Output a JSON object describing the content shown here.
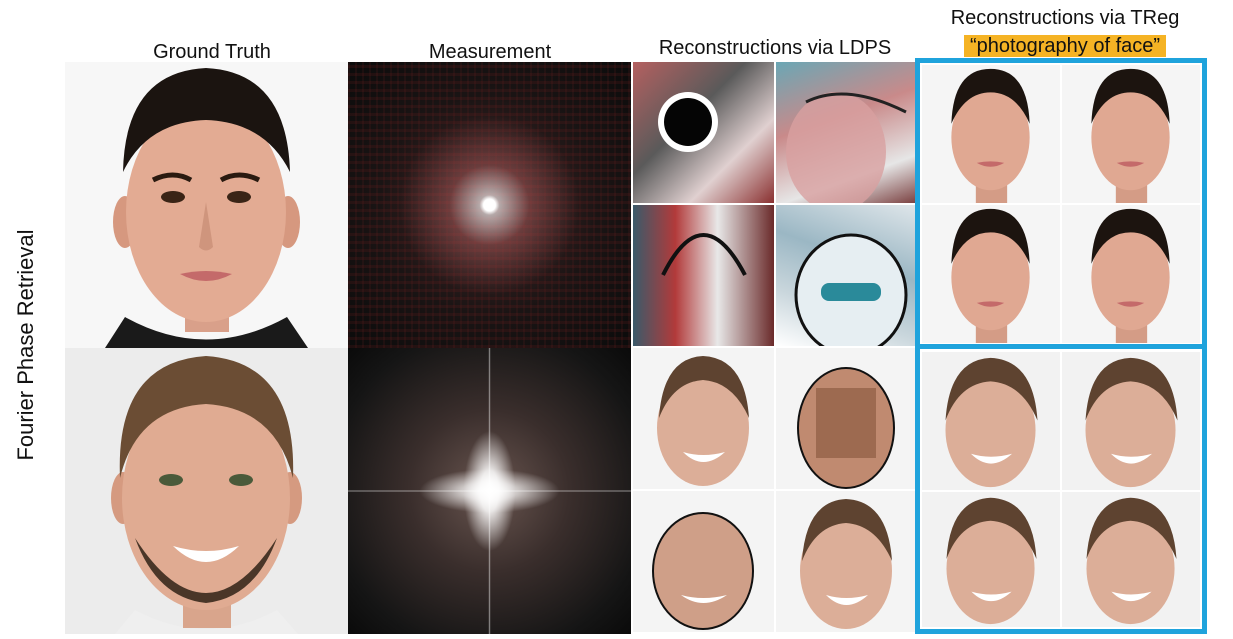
{
  "headers": {
    "ground_truth": "Ground Truth",
    "measurement": "Measurement",
    "ldps": "Reconstructions via LDPS",
    "treg": "Reconstructions via TReg",
    "prompt": "“photography of face”"
  },
  "row_label": "Fourier Phase Retrieval",
  "colors": {
    "frame": "#1fa3dc",
    "prompt_highlight": "#f5b324"
  }
}
